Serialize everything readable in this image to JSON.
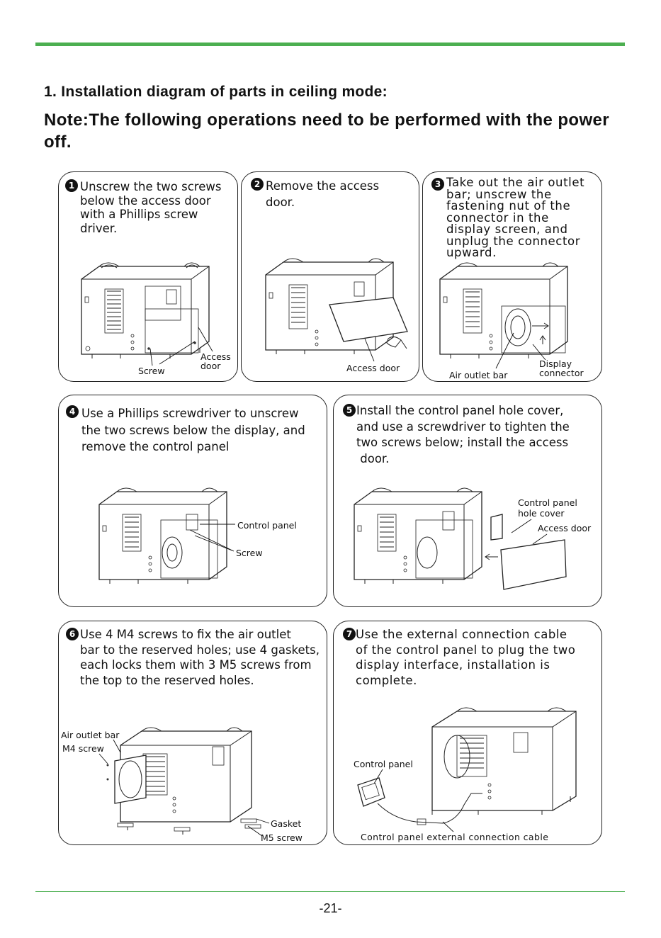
{
  "heading": "1. Installation diagram of parts in ceiling mode:",
  "note": "Note:The following operations need to be performed with the power off.",
  "page_number": "-21-",
  "steps": [
    {
      "number": "1",
      "text": [
        "Unscrew the two screws",
        "below the access door",
        "with a Phillips screw",
        "driver."
      ],
      "labels": {
        "screw": "Screw",
        "access_door": [
          "Access",
          "door"
        ]
      }
    },
    {
      "number": "2",
      "text": [
        "Remove the access",
        "door."
      ],
      "labels": {
        "access_door": "Access door"
      }
    },
    {
      "number": "3",
      "text": [
        "Take out the air outlet",
        "bar; unscrew the",
        "fastening nut of the",
        "connector in the",
        "display screen, and",
        "unplug the connector",
        "upward."
      ],
      "labels": {
        "air_outlet_bar": "Air outlet bar",
        "display_connector": [
          "Display",
          "connector"
        ]
      }
    },
    {
      "number": "4",
      "text": [
        "Use a Phillips screwdriver to unscrew",
        "the two screws below the display, and",
        "remove the control panel"
      ],
      "labels": {
        "control_panel": "Control panel",
        "screw": "Screw"
      }
    },
    {
      "number": "5",
      "text": [
        "Install the control panel hole cover,",
        "and use a screwdriver to tighten the",
        "two screws below; install the access",
        " door."
      ],
      "labels": {
        "hole_cover": [
          "Control panel",
          "hole cover"
        ],
        "access_door": "Access door"
      }
    },
    {
      "number": "6",
      "text": [
        "Use 4 M4 screws to fix the air outlet",
        "bar to the reserved holes; use 4 gaskets,",
        "each locks them with 3 M5 screws from",
        "the top to the reserved holes."
      ],
      "labels": {
        "air_outlet_bar": "Air outlet bar",
        "m4_screw": "M4 screw",
        "gasket": "Gasket",
        "m5_screw": "M5 screw"
      }
    },
    {
      "number": "7",
      "text": [
        "Use the external connection cable",
        "of the control panel to plug the two",
        "display interface, installation is",
        "complete."
      ],
      "labels": {
        "control_panel": "Control panel",
        "cable": "Control panel external connection cable"
      }
    }
  ]
}
